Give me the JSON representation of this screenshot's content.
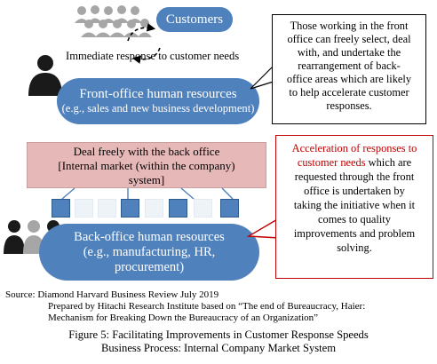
{
  "customers": {
    "label": "Customers"
  },
  "cycle": {
    "label": "Immediate response to customer needs"
  },
  "front_office": {
    "title": "Front-office human resources",
    "subtitle": "(e.g., sales and new business development)"
  },
  "callout_front": {
    "lines": [
      "Those working in the front",
      "office can freely select, deal",
      "with, and undertake the",
      "rearrangement of back-",
      "office areas which are likely",
      "to help accelerate customer",
      "responses."
    ]
  },
  "internal_market": {
    "lines": [
      "Deal freely with the back office",
      "[Internal market (within the company)",
      "system]"
    ]
  },
  "callout_back": {
    "highlight_lines": [
      "Acceleration of responses to",
      "customer needs"
    ],
    "highlight_tail": " which are",
    "lines": [
      "requested through the front",
      "office is undertaken by",
      "taking the initiative when it",
      "comes to quality",
      "improvements and problem",
      "solving."
    ]
  },
  "back_office": {
    "lines": [
      "Back-office human resources",
      "(e.g., manufacturing, HR,",
      "procurement)"
    ]
  },
  "source": {
    "lines": [
      "Source: Diamond Harvard Business Review July 2019",
      "Prepared by Hitachi Research Institute based on “The end of Bureaucracy, Haier:",
      "Mechanism for Breaking Down the Bureaucracy of an Organization”"
    ]
  },
  "caption": {
    "line1": "Figure 5: Facilitating Improvements in Customer Response Speeds",
    "line2": "Business Process: Internal Company Market System"
  },
  "colors": {
    "pill_blue": "#4f81bd",
    "highlight_red": "#c00000",
    "market_fill": "#e6b9b8",
    "crowd_gray": "#a6a6a6",
    "person_dark": "#1a1a1a"
  },
  "icons": [
    "customer-crowd-icon",
    "cycle-arrows-icon",
    "person-icon",
    "team-icon"
  ]
}
